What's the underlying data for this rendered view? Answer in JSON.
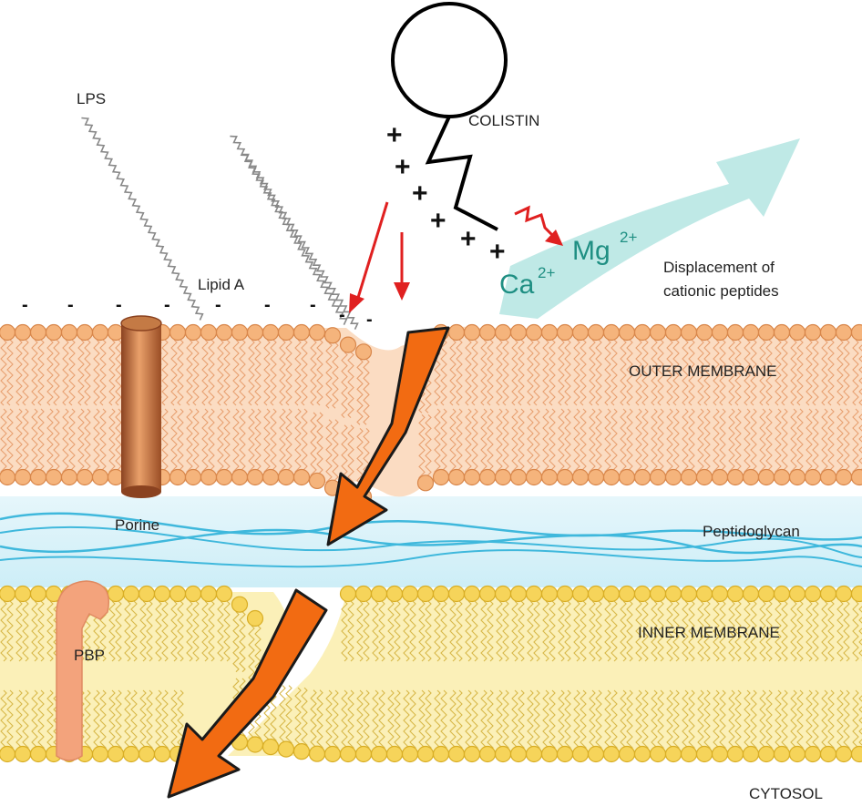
{
  "labels": {
    "colistin": "COLISTIN",
    "lps": "LPS",
    "lipid_a": "Lipid A",
    "displacement_line1": "Displacement of",
    "displacement_line2": "cationic peptides",
    "outer_membrane": "OUTER MEMBRANE",
    "porine": "Porine",
    "peptidoglycan": "Peptidoglycan",
    "pbp": "PBP",
    "inner_membrane": "INNER MEMBRANE",
    "cytosol": "CYTOSOL"
  },
  "ions": {
    "calcium": "Ca",
    "calcium_charge": "2+",
    "magnesium": "Mg",
    "magnesium_charge": "2+"
  },
  "charges": {
    "plus": [
      "+",
      "+",
      "+",
      "+",
      "+",
      "+"
    ],
    "minus": [
      "-",
      "-",
      "-",
      "-",
      "-",
      "-",
      "-",
      "-",
      "-"
    ]
  },
  "colors": {
    "outer_head": "#f5b47c",
    "outer_head_stroke": "#d8864a",
    "outer_band": "#fbdcc2",
    "inner_head": "#f6d45a",
    "inner_head_stroke": "#d8ad24",
    "inner_band": "#fbf0b8",
    "peptidoglycan": "#3fb8dc",
    "peptidoglycan_bg": "#d9f1f9",
    "big_arrow": "#f26b12",
    "red_arrow": "#e02020",
    "teal_arrow": "#bfe9e6",
    "ion_text": "#1f8f83",
    "porin": "#b8683a",
    "pbp": "#f3a37c"
  }
}
